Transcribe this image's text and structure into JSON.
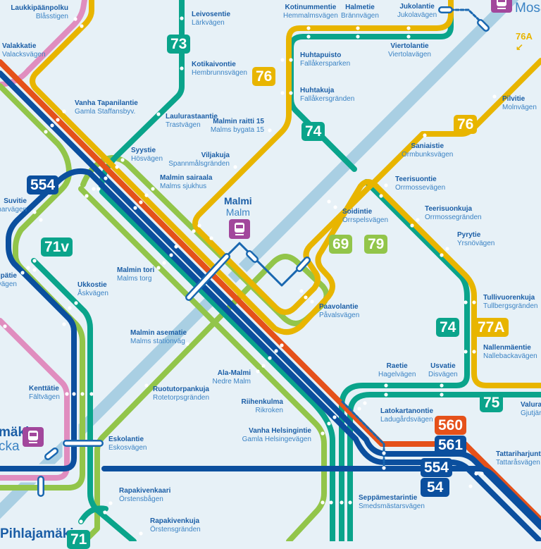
{
  "colors": {
    "background": "#e7f1f7",
    "rail": "#a9cfe3",
    "yellow": "#e8b500",
    "orange": "#e5511a",
    "dark_blue": "#0b4f9e",
    "teal": "#0aa48b",
    "green": "#92c54a",
    "pink": "#e08dbf",
    "train_station": "#a2479c",
    "stop_name_fi": "#1b5ea6",
    "stop_name_sv": "#3b83c4"
  },
  "stations": {
    "malmi": {
      "fi": "Malmi",
      "sv": "Malm",
      "icon": "train-icon"
    },
    "pihlajamaki_left": {
      "fi": "mäki",
      "sv": "cka",
      "icon": "train-icon"
    },
    "pihlajamaki_bottom": {
      "fi": "Pihlajamäki"
    },
    "mosa": {
      "sv": "Mosa",
      "icon": "train-icon"
    }
  },
  "stops": [
    {
      "fi": "Laukkipäänpolku",
      "sv": "Blåsstigen"
    },
    {
      "fi": "Valakkatie",
      "sv": "Valacksvägen"
    },
    {
      "fi": "Vanha Tapanilantie",
      "sv": "Gamla Staffansbyv."
    },
    {
      "fi": "Leivosentie",
      "sv": "Lärkvägen"
    },
    {
      "fi": "Kotikaivontie",
      "sv": "Hembrunnsvägen"
    },
    {
      "fi": "Laulurastaantie",
      "sv": "Trastvägen"
    },
    {
      "fi": "Malmin raitti 15",
      "sv": "Malms bygata 15"
    },
    {
      "fi": "Syystie",
      "sv": "Hösvägen"
    },
    {
      "fi": "Viljakuja",
      "sv": "Spannmålsgränden"
    },
    {
      "fi": "Malmin sairaala",
      "sv": "Malms sjukhus"
    },
    {
      "fi": "Suvitie",
      "sv": "marvägen"
    },
    {
      "fi": "pätie",
      "sv": "vägen"
    },
    {
      "fi": "Ukkostie",
      "sv": "Åskvägen"
    },
    {
      "fi": "Malmin tori",
      "sv": "Malms torg"
    },
    {
      "fi": "Malmin asematie",
      "sv": "Malms stationväg"
    },
    {
      "fi": "Kenttätie",
      "sv": "Fältvägen"
    },
    {
      "fi": "Ala-Malmi",
      "sv": "Nedre Malm"
    },
    {
      "fi": "Ruotutorpankuja",
      "sv": "Rotetorpsgränden"
    },
    {
      "fi": "Riihenkulma",
      "sv": "Rikroken"
    },
    {
      "fi": "Vanha Helsingintie",
      "sv": "Gamla Helsingevägen"
    },
    {
      "fi": "Eskolantie",
      "sv": "Eskosvägen"
    },
    {
      "fi": "Rapakivenkaari",
      "sv": "Örstensbågen"
    },
    {
      "fi": "Rapakivenkuja",
      "sv": "Örstensgränden"
    },
    {
      "fi": "Kotinummentie",
      "sv": "Hemmalmsvägen"
    },
    {
      "fi": "Halmetie",
      "sv": "Brännvägen"
    },
    {
      "fi": "Jukolantie",
      "sv": "Jukolavägen"
    },
    {
      "fi": "Viertolantie",
      "sv": "Viertolavägen"
    },
    {
      "fi": "Huhtapuisto",
      "sv": "Fallåkersparken"
    },
    {
      "fi": "Huhtakuja",
      "sv": "Fallåkersgränden"
    },
    {
      "fi": "Pilvitie",
      "sv": "Molnvägen"
    },
    {
      "fi": "Saniaistie",
      "sv": "Ormbunksvägen"
    },
    {
      "fi": "Teerisuontie",
      "sv": "Orrmossevägen"
    },
    {
      "fi": "Soidintie",
      "sv": "Orrspelsvägen"
    },
    {
      "fi": "Teerisuonkuja",
      "sv": "Orrmossegränden"
    },
    {
      "fi": "Pyrytie",
      "sv": "Yrsnövägen"
    },
    {
      "fi": "Paavolantie",
      "sv": "Påvalsvägen"
    },
    {
      "fi": "Tullivuorenkuja",
      "sv": "Tullbergsgränden"
    },
    {
      "fi": "Nallenmäentie",
      "sv": "Nallebackavägen"
    },
    {
      "fi": "Raetie",
      "sv": "Hagelvägen"
    },
    {
      "fi": "Usvatie",
      "sv": "Disvägen"
    },
    {
      "fi": "Valuran",
      "sv": "Gjutjär"
    },
    {
      "fi": "Latokartanontie",
      "sv": "Ladugårdsvägen"
    },
    {
      "fi": "Tattariharjuntie",
      "sv": "Tattaråsvägen"
    },
    {
      "fi": "Seppämestarintie",
      "sv": "Smedsmästarsvägen"
    }
  ],
  "routes": [
    {
      "number": "73",
      "color": "teal"
    },
    {
      "number": "76",
      "color": "yellow"
    },
    {
      "number": "554",
      "color": "dark_blue"
    },
    {
      "number": "71v",
      "color": "teal"
    },
    {
      "number": "74",
      "color": "teal"
    },
    {
      "number": "76",
      "color": "yellow"
    },
    {
      "number": "69",
      "color": "green"
    },
    {
      "number": "79",
      "color": "green"
    },
    {
      "number": "74",
      "color": "teal"
    },
    {
      "number": "77A",
      "color": "yellow"
    },
    {
      "number": "75",
      "color": "teal"
    },
    {
      "number": "560",
      "color": "orange"
    },
    {
      "number": "561",
      "color": "dark_blue"
    },
    {
      "number": "554",
      "color": "dark_blue"
    },
    {
      "number": "54",
      "color": "dark_blue"
    },
    {
      "number": "71",
      "color": "teal"
    }
  ],
  "notes": {
    "route_76A": "76A ↙"
  }
}
